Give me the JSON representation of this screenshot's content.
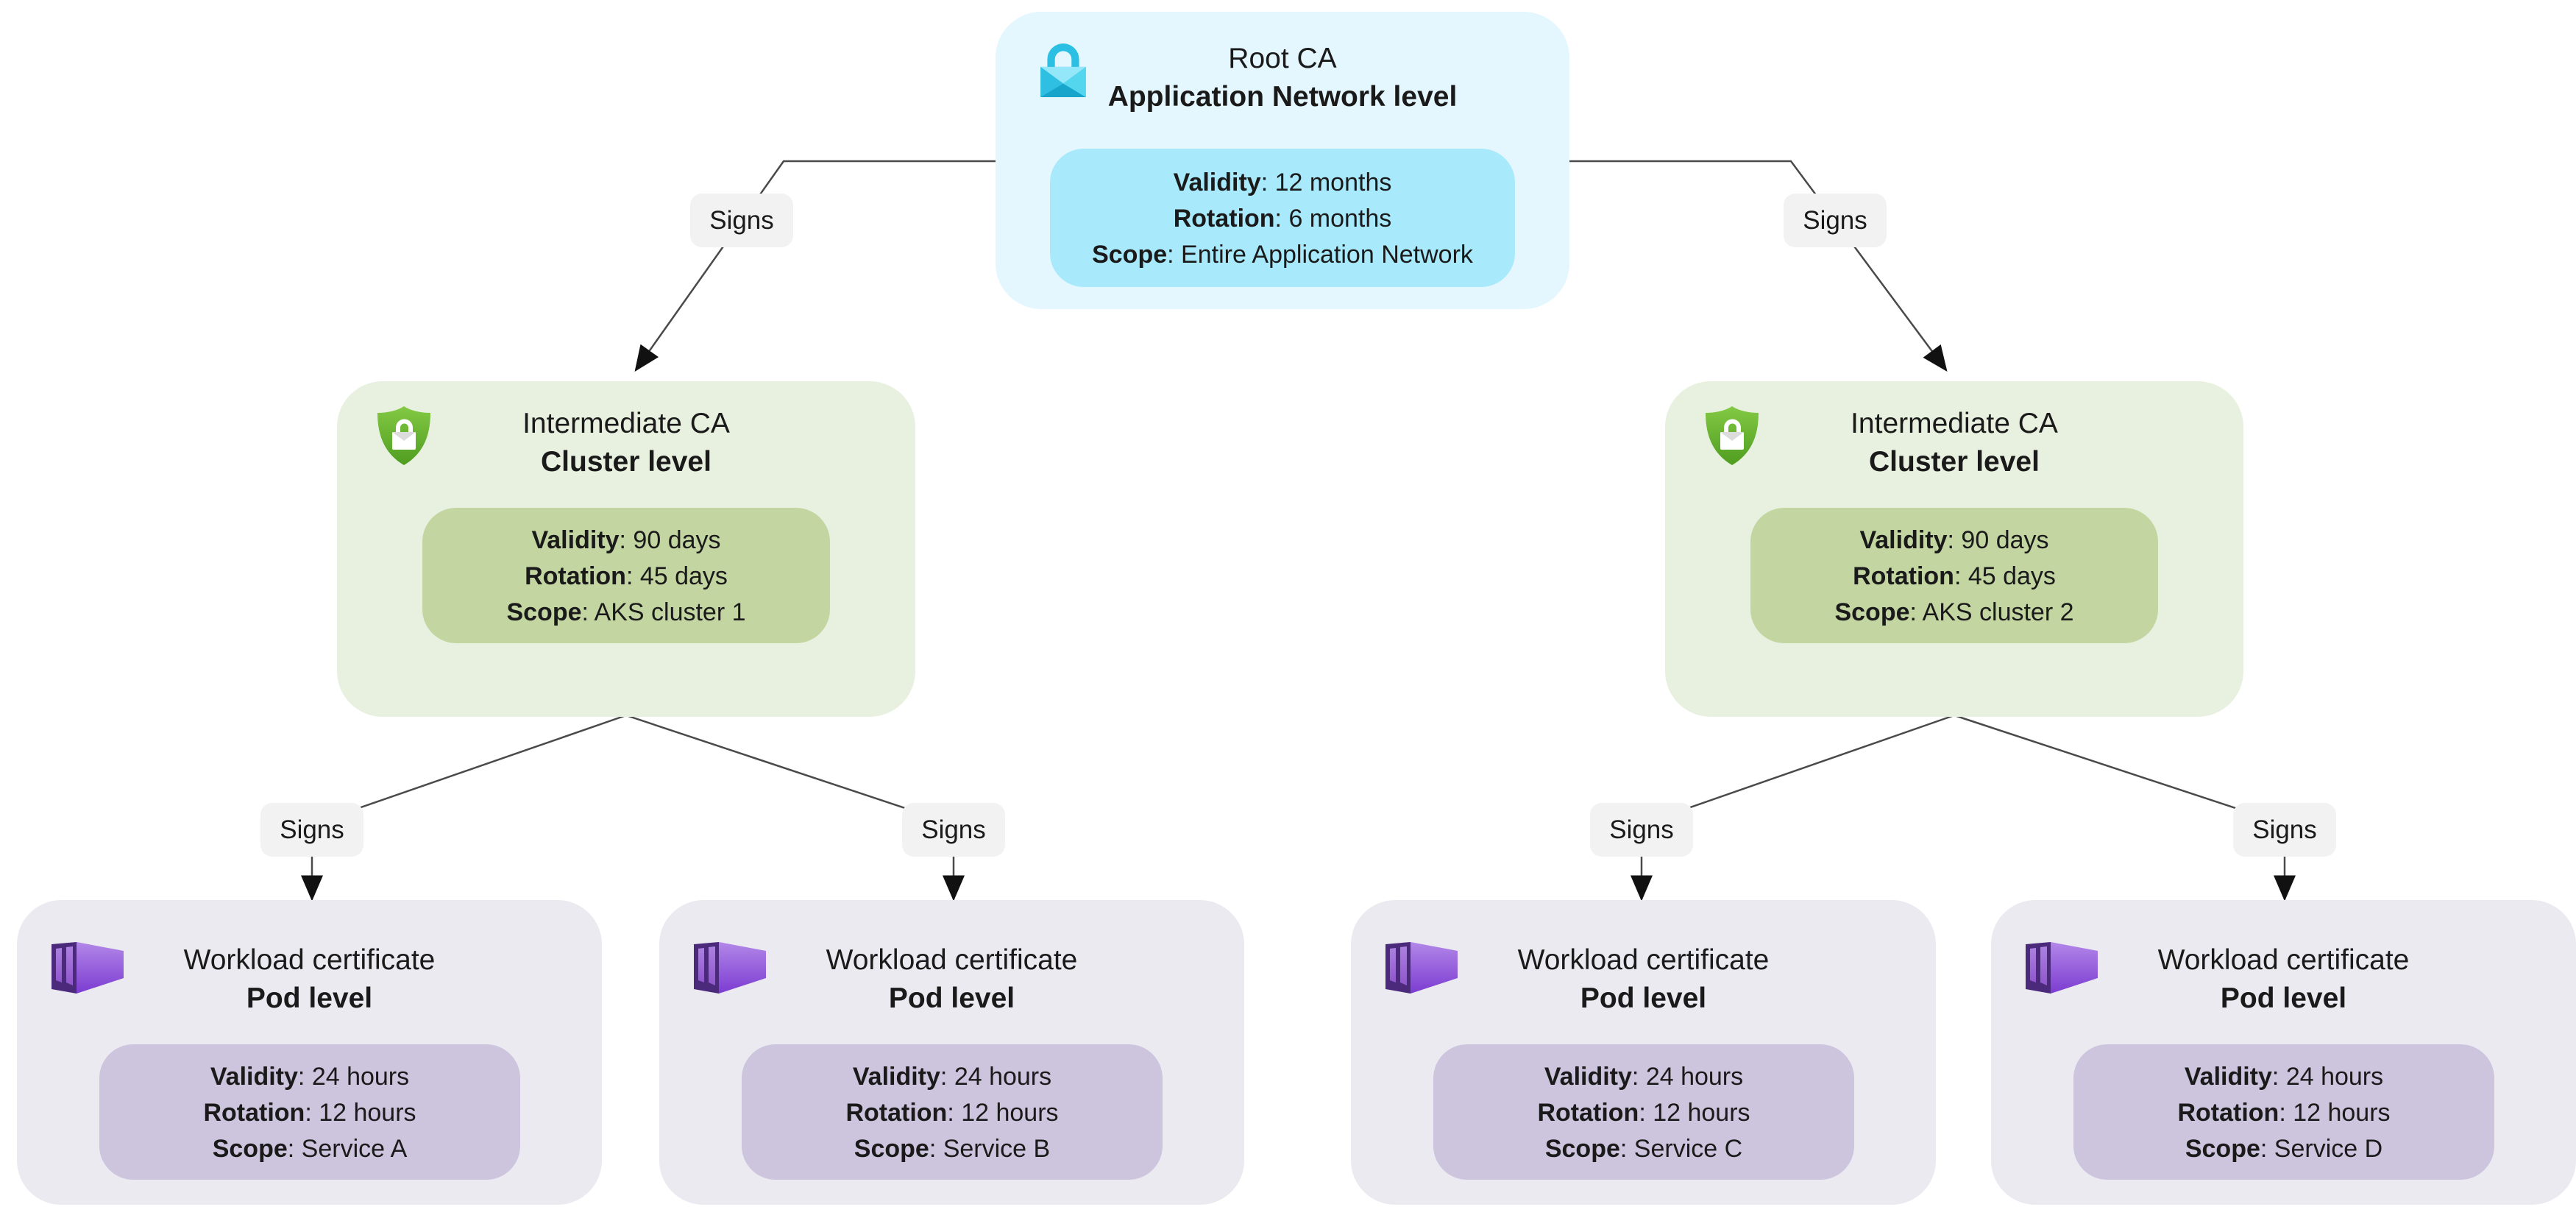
{
  "edges": {
    "label": "Signs"
  },
  "labels": {
    "validity": "Validity",
    "rotation": "Rotation",
    "scope": "Scope"
  },
  "colors": {
    "root_card": "#E4F7FE",
    "root_pill": "#A8E9FC",
    "intermediate_card": "#E8F1DF",
    "intermediate_pill": "#C3D6A2",
    "workload_card": "#EBEAF1",
    "workload_pill": "#CDC4DE",
    "signs_badge": "#F2F2F2",
    "connector": "#4a4a4a",
    "root_icon": "#2FBCE0",
    "intermediate_icon": "#5FA82B",
    "workload_icon": "#8148D0"
  },
  "nodes": {
    "root": {
      "icon": "lock-icon",
      "title": "Root CA",
      "subtitle": "Application Network level",
      "validity": ": 12 months",
      "rotation": ": 6 months",
      "scope": ": Entire Application Network"
    },
    "int1": {
      "icon": "shield-lock-icon",
      "title": "Intermediate CA",
      "subtitle": "Cluster level",
      "validity": ": 90 days",
      "rotation": ": 45 days",
      "scope": ": AKS cluster 1"
    },
    "int2": {
      "icon": "shield-lock-icon",
      "title": "Intermediate CA",
      "subtitle": "Cluster level",
      "validity": ": 90 days",
      "rotation": ": 45 days",
      "scope": ": AKS cluster 2"
    },
    "w1": {
      "icon": "container-icon",
      "title": "Workload certificate",
      "subtitle": "Pod level",
      "validity": ": 24 hours",
      "rotation": ": 12 hours",
      "scope": ": Service A"
    },
    "w2": {
      "icon": "container-icon",
      "title": "Workload certificate",
      "subtitle": "Pod level",
      "validity": ": 24 hours",
      "rotation": ": 12 hours",
      "scope": ": Service B"
    },
    "w3": {
      "icon": "container-icon",
      "title": "Workload certificate",
      "subtitle": "Pod level",
      "validity": ": 24 hours",
      "rotation": ": 12 hours",
      "scope": ": Service C"
    },
    "w4": {
      "icon": "container-icon",
      "title": "Workload certificate",
      "subtitle": "Pod level",
      "validity": ": 24 hours",
      "rotation": ": 12 hours",
      "scope": ": Service D"
    }
  }
}
